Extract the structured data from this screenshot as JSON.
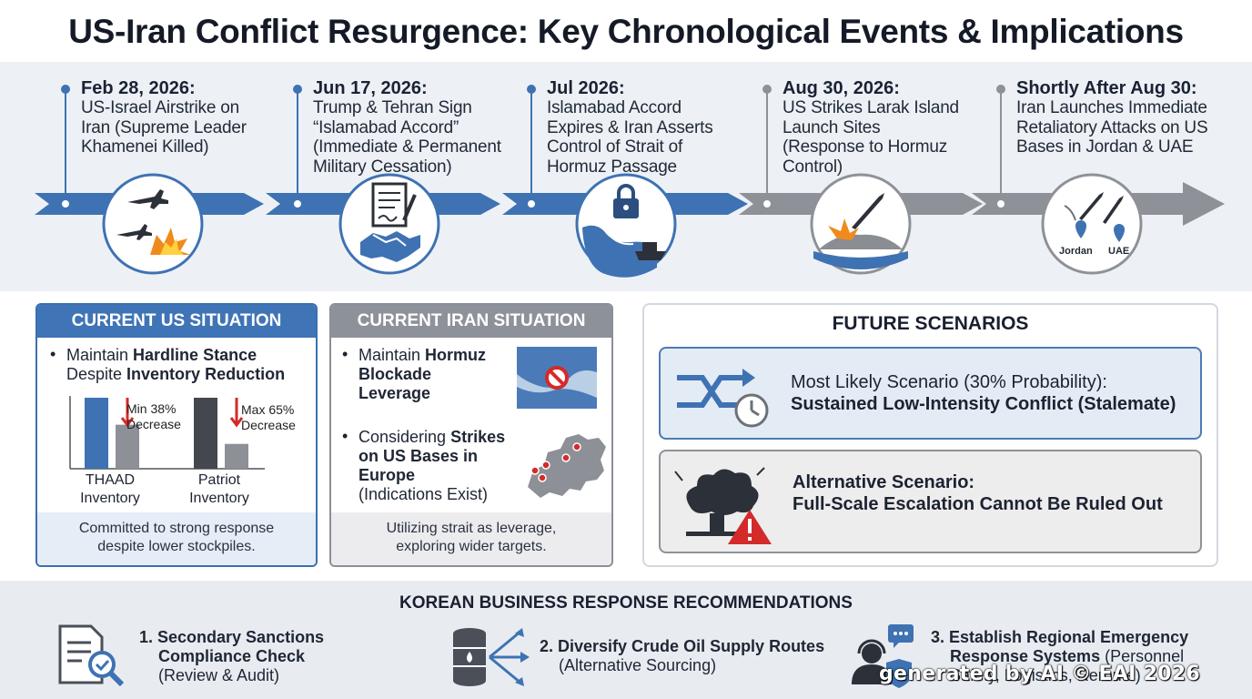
{
  "title": "US-Iran Conflict Resurgence: Key Chronological Events & Implications",
  "timeline": [
    {
      "date": "Feb 28, 2026:",
      "lines": [
        "US-Israel Airstrike on",
        "Iran (Supreme Leader",
        "Khamenei Killed)"
      ]
    },
    {
      "date": "Jun 17, 2026:",
      "lines": [
        "Trump & Tehran Sign",
        "“Islamabad Accord”",
        "(Immediate & Permanent",
        "Military Cessation)"
      ]
    },
    {
      "date": "Jul 2026:",
      "lines": [
        "Islamabad Accord",
        "Expires & Iran Asserts",
        "Control of Strait of",
        "Hormuz Passage"
      ]
    },
    {
      "date": "Aug 30, 2026:",
      "lines": [
        "US Strikes Larak Island",
        "Launch Sites",
        "(Response to Hormuz",
        "Control)"
      ]
    },
    {
      "date": "Shortly After Aug 30:",
      "lines": [
        "Iran Launches Immediate",
        "Retaliatory Attacks on US",
        "Bases in Jordan & UAE"
      ]
    }
  ],
  "timeline_icons": [
    "fighter-jets-explosion-icon",
    "handshake-document-icon",
    "lock-strait-ship-icon",
    "missile-island-icon",
    "missiles-bases-icon"
  ],
  "map_labels": {
    "jordan": "Jordan",
    "uae": "UAE"
  },
  "us_panel": {
    "heading": "CURRENT US SITUATION",
    "bullet_pre": "Maintain ",
    "bullet_b1": "Hardline Stance",
    "bullet_mid": "Despite ",
    "bullet_b2": "Inventory Reduction",
    "chart": {
      "groups": [
        {
          "label_1": "THAAD",
          "label_2": "Inventory",
          "note_1": "Min 38%",
          "note_2": "Decrease",
          "decrease_pct": 38
        },
        {
          "label_1": "Patriot",
          "label_2": "Inventory",
          "note_1": "Max 65%",
          "note_2": "Decrease",
          "decrease_pct": 65
        }
      ]
    },
    "footer_1": "Committed to strong response",
    "footer_2": "despite lower stockpiles."
  },
  "iran_panel": {
    "heading": "CURRENT IRAN SITUATION",
    "b1_pre": "Maintain ",
    "b1_bold_1": "Hormuz",
    "b1_bold_2": "Blockade",
    "b1_bold_3": "Leverage",
    "b2_pre": "Considering ",
    "b2_bold_1": "Strikes",
    "b2_bold_2": "on US Bases in",
    "b2_bold_3": "Europe",
    "b2_post": "(Indications Exist)",
    "footer_1": "Utilizing strait as leverage,",
    "footer_2": "exploring wider targets."
  },
  "scenarios": {
    "heading": "FUTURE SCENARIOS",
    "s1_line1": "Most Likely Scenario (30% Probability):",
    "s1_line2": "Sustained Low-Intensity Conflict (Stalemate)",
    "s2_line1": "Alternative Scenario:",
    "s2_line2": "Full-Scale Escalation Cannot Be Ruled Out"
  },
  "korean": {
    "heading": "KOREAN BUSINESS RESPONSE RECOMMENDATIONS",
    "r1_b1": "1. Secondary Sanctions",
    "r1_b2": "Compliance Check",
    "r1_n": "(Review & Audit)",
    "r2_b": "2. Diversify Crude Oil Supply Routes",
    "r2_n": "(Alternative Sourcing)",
    "r3_b1": "3. Establish Regional Emergency",
    "r3_b2": "Response Systems",
    "r3_n1": " (Personnel",
    "r3_n2": "Safety, Logistics, Reroute)"
  },
  "watermark": "generated by AI © EAI 2026",
  "colors": {
    "blue": "#3f74b6",
    "gray": "#8d9199",
    "red": "#d42a2a",
    "orange": "#f08a1c"
  }
}
